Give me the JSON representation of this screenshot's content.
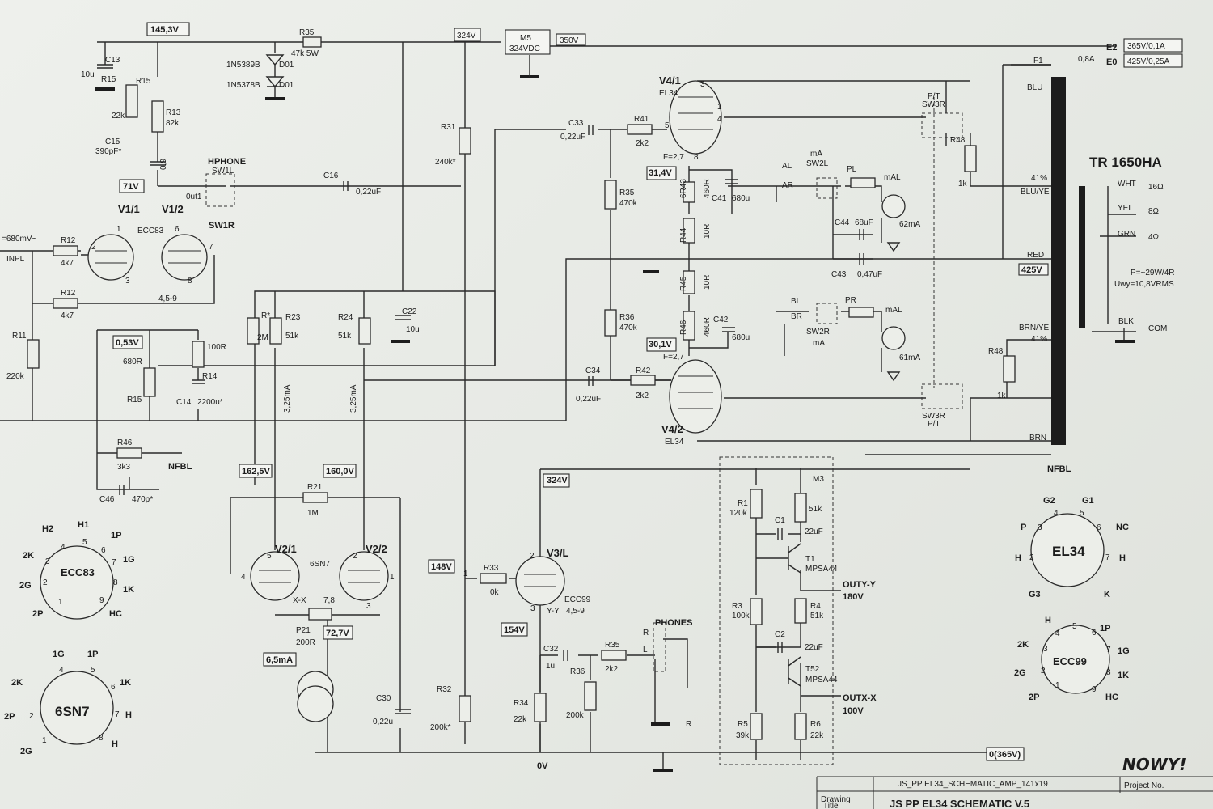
{
  "top_rail": {
    "v1": "145,3V",
    "v2": "324V",
    "v3": "350V",
    "m5_name": "M5",
    "m5_value": "324VDC",
    "e2": "E2",
    "e2_value": "365V/0,1A",
    "e0": "E0",
    "e0_value": "425V/0,25A",
    "f1": "F1",
    "f1_value": "0,8A"
  },
  "preamp": {
    "c13": "C13",
    "c13_val": "10u",
    "r15a": "R15",
    "r15b": "R15",
    "r15b_val": "22k",
    "r13": "R13",
    "r13_val": "82k",
    "c15": "C15",
    "c15_val": "390pF*",
    "v09": "0,9",
    "v71": "71V",
    "input_level": "=680mV~",
    "inpl": "INPL",
    "r12a": "R12",
    "r12a_val": "4k7",
    "r12b": "R12",
    "r12b_val": "4k7",
    "r11": "R11",
    "r11_val": "220k",
    "v1_1": "V1/1",
    "v1_2": "V1/2",
    "ecc83": "ECC83",
    "v_053": "0,53V",
    "r680": "680R",
    "r15c": "R15",
    "r100": "100R",
    "r14": "R14",
    "c14": "C14",
    "c14_val": "2200u*",
    "bias_label": "4,5-9",
    "r46": "R46",
    "r46_val": "3k3",
    "nfbl": "NFBL",
    "c46": "C46",
    "c46_val": "470p*",
    "pin1": "1",
    "pin2": "2",
    "pin3": "3",
    "pin6": "6",
    "pin7": "7",
    "pin8": "8"
  },
  "hphone": {
    "title": "HPHONE",
    "sw1l": "SW1L",
    "out1": "0ut1",
    "sw1r": "SW1R",
    "c16": "C16",
    "c16_val": "0,22uF"
  },
  "psu": {
    "r35": "R35",
    "r35_val": "47k 5W",
    "d1": "1N5389B",
    "d1b": "D01",
    "d2": "1N5378B",
    "d2b": "D01",
    "r31": "R31",
    "r31_val": "240k*",
    "c22": "C22",
    "c22_val": "10u",
    "r32": "R32",
    "r32_val": "200k*",
    "c30": "C30",
    "c30_val": "0,22u"
  },
  "phase_splitter": {
    "r_star": "R*",
    "r_star_val": "2M",
    "r23": "R23",
    "r23_val": "51k",
    "r24": "R24",
    "r24_val": "51k",
    "i1": "3,25mA",
    "i2": "3,25mA",
    "v162": "162,5V",
    "v160": "160,0V",
    "r21": "R21",
    "r21_val": "1M",
    "v2_1": "V2/1",
    "v2_2": "V2/2",
    "sn7": "6SN7",
    "xx": "X-X",
    "p78": "7,8",
    "p21": "P21",
    "p21_val": "200R",
    "v72": "72,7V",
    "i65": "6,5mA",
    "p4": "4",
    "p5": "5",
    "p2": "2",
    "p1": "1",
    "p3": "3"
  },
  "driver_v3": {
    "v324": "324V",
    "v148": "148V",
    "r33": "R33",
    "r33_val": "0k",
    "v3l": "V3/L",
    "ecc99": "ECC99",
    "yy": "Y-Y",
    "bias": "4,5-9",
    "v154": "154V",
    "c32": "C32",
    "c32_val": "1u",
    "r35b": "R35",
    "r35b_val": "2k2",
    "r36": "R36",
    "r36_val": "200k",
    "r34": "R34",
    "r34_val": "22k",
    "ground": "0V",
    "phones": "PHONES",
    "ph_r": "R",
    "ph_l": "L",
    "ph_r2": "R",
    "p2": "2",
    "p1": "1",
    "p3": "3"
  },
  "output_stage": {
    "c33": "C33",
    "c33_val": "0,22uF",
    "r41": "R41",
    "r41_val": "2k2",
    "v4_1": "V4/1",
    "el34_a": "EL34",
    "f27a": "F=2,7",
    "v314": "31,4V",
    "r43": "6R43",
    "r43_val": "460R",
    "c41": "C41",
    "c41_val": "680u",
    "r35c": "R35",
    "r35c_val": "470k",
    "r44": "R44",
    "r44_val": "10R",
    "r45": "R45",
    "r45_val": "10R",
    "r36b": "R36",
    "r36b_val": "470k",
    "r46b": "R46",
    "r46b_val": "460R",
    "c42": "C42",
    "c42_val": "680u",
    "v301": "30,1V",
    "f27b": "F=2,7",
    "c34": "C34",
    "c34_val": "0,22uF",
    "r42": "R42",
    "r42_val": "2k2",
    "v4_2": "V4/2",
    "el34_b": "EL34",
    "p3": "3",
    "p1": "1",
    "p4": "4",
    "p5": "5",
    "p8": "8"
  },
  "meters": {
    "ma_top": "mA",
    "sw2l": "SW2L",
    "al": "AL",
    "ar": "AR",
    "pl": "PL",
    "mal": "mAL",
    "m62": "62mA",
    "c44": "C44",
    "c44_val": "68uF",
    "c43": "C43",
    "c43_val": "0,47uF",
    "bl": "BL",
    "br": "BR",
    "sw2r": "SW2R",
    "ma_bot": "mA",
    "pr": "PR",
    "mal2": "mAL",
    "m61": "61mA"
  },
  "transformer": {
    "pt_top": "P/T",
    "sw3r_top": "SW3R",
    "r48a": "R48",
    "r48a_val": "1k",
    "r48b": "R48",
    "r48b_val": "1k",
    "sw3r_bot": "SW3R",
    "pt_bot": "P/T",
    "blu": "BLU",
    "p41a": "41%",
    "bluye": "BLU/YE",
    "red": "RED",
    "v425": "425V",
    "brnye": "BRN/YE",
    "p41b": "41%",
    "brn": "BRN",
    "name": "TR 1650HA",
    "wht": "WHT",
    "o16": "16Ω",
    "yel": "YEL",
    "o8": "8Ω",
    "grn": "GRN",
    "o4": "4Ω",
    "power": "P=~29W/4R",
    "uwy": "Uwy=10,8VRMS",
    "blk": "BLK",
    "com": "COM",
    "nfbl": "NFBL"
  },
  "buffer": {
    "m3": "M3",
    "r1": "R1",
    "r1_val": "120k",
    "r51a": "51k",
    "c1": "C1",
    "c1_val": "22uF",
    "t1": "T1",
    "t1_type": "MPSA44",
    "outy": "OUTY-Y",
    "outy_v": "180V",
    "r3": "R3",
    "r3_val": "100k",
    "r4": "R4",
    "r4_val": "51k",
    "c2": "C2",
    "c2_val": "22uF",
    "t52": "T52",
    "t52_type": "MPSA44",
    "outx": "OUTX-X",
    "outx_v": "100V",
    "r5": "R5",
    "r5_val": "39k",
    "r6": "R6",
    "r6_val": "22k",
    "rail_bottom": "0(365V)"
  },
  "pinouts": {
    "ecc83": {
      "name": "ECC83",
      "h2": "H2",
      "h1": "H1",
      "p1p": "1P",
      "k2": "2K",
      "g1": "1G",
      "g2": "2G",
      "k1": "1K",
      "p2": "2P",
      "hc": "HC",
      "n1": "1",
      "n2": "2",
      "n3": "3",
      "n4": "4",
      "n5": "5",
      "n6": "6",
      "n7": "7",
      "n8": "8",
      "n9": "9"
    },
    "sn7": {
      "name": "6SN7",
      "g1": "1G",
      "p1": "1P",
      "k2": "2K",
      "k1": "1K",
      "p2": "2P",
      "h": "H",
      "g2": "2G",
      "h2": "H",
      "n1": "1",
      "n2": "2",
      "n4": "4",
      "n5": "5",
      "n6": "6",
      "n7": "7",
      "n8": "8"
    },
    "el34": {
      "name": "EL34",
      "g2": "G2",
      "g1": "G1",
      "p": "P",
      "nc": "NC",
      "h": "H",
      "h2": "H",
      "g3": "G3",
      "k": "K",
      "n2": "2",
      "n3": "3",
      "n4": "4",
      "n5": "5",
      "n6": "6",
      "n7": "7"
    },
    "ecc99": {
      "name": "ECC99",
      "h": "H",
      "p1": "1P",
      "k2": "2K",
      "g1": "1G",
      "g2": "2G",
      "k1": "1K",
      "p2": "2P",
      "hc": "HC",
      "n1": "1",
      "n2": "2",
      "n3": "3",
      "n4": "4",
      "n5": "5",
      "n6": "6",
      "n7": "7",
      "n8": "8",
      "n9": "9"
    }
  },
  "title_block": {
    "drawing": "Drawing",
    "filename": "JS_PP EL34_SCHEMATIC_AMP_141x19",
    "project": "Project No.",
    "title_lbl": "Title",
    "title": "JS PP EL34 SCHEMATIC V.5",
    "note": "NOWY!"
  }
}
